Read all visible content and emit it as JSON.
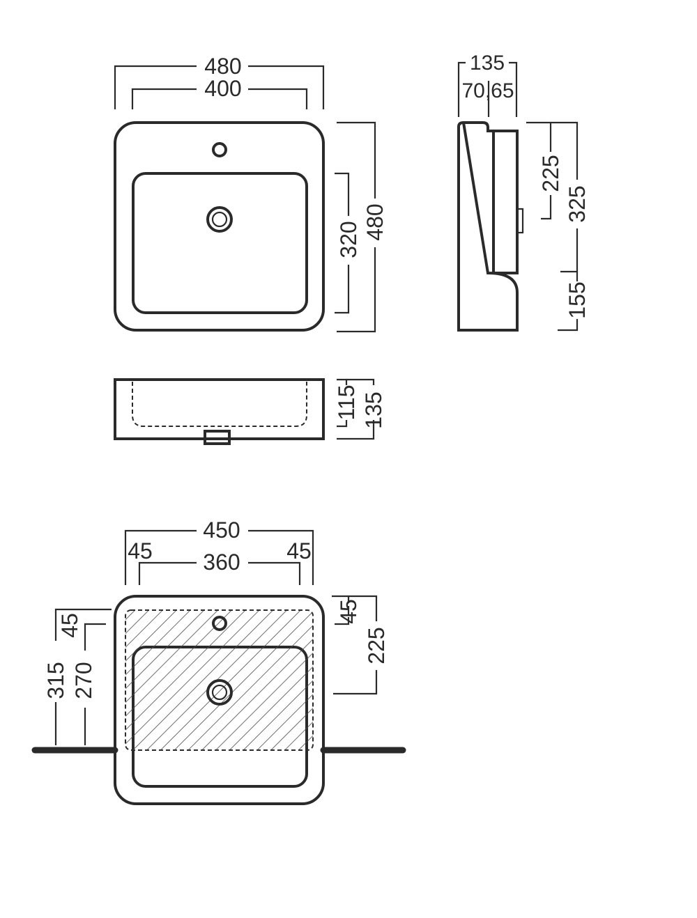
{
  "top_view": {
    "overall_width": "480",
    "basin_width": "400",
    "basin_depth": "320",
    "overall_depth": "480"
  },
  "side_view": {
    "overall_height": "135",
    "wall_offset": "70,65",
    "upper_height": "225",
    "total_height": "325",
    "lower_height": "155"
  },
  "front_view": {
    "inner_height": "115",
    "overall_height": "135"
  },
  "install_view": {
    "overall_width": "450",
    "left_margin": "45",
    "cutout_width": "360",
    "right_margin": "45",
    "rear_margin": "45",
    "cutout_depth": "225",
    "top_offset": "45",
    "depth_from_wall": "315",
    "cutout_to_wall": "270"
  },
  "colors": {
    "line": "#2a2a2a",
    "background": "#ffffff"
  }
}
